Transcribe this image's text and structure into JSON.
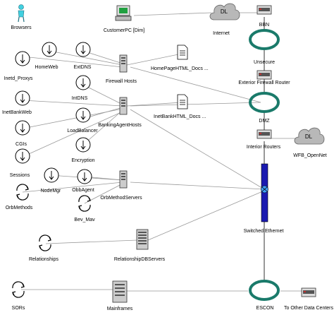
{
  "nodes": {
    "browsers": "Browsers",
    "customer_pc": "CustomerPC [Dim]",
    "internet": "Internet",
    "internet_cloud": "DL",
    "bbn": "BBN",
    "unsecure": "Unsecure",
    "exterior_firewall_router": "Exterior Firewall Router",
    "inetd_proxys": "Inetd_Proxys",
    "homeweb": "HomeWeb",
    "extdns": "ExtDNS",
    "firewall_hosts": "Firewall Hosts",
    "homepage_html_docs": "HomePageHTML_Docs ...",
    "inetbankweb": "InetBankWeb",
    "intdns": "IntDNS",
    "load_balancer": "LoadBalancer",
    "banking_agent_hosts": "BankingAgentHosts",
    "inetbank_html_docs": "InetBankHTML_Docs ...",
    "dmz": "DMZ",
    "cgis": "CGIs",
    "encryption": "Encryption",
    "interior_routers": "Interior Routers",
    "wfb_opennet": "WFB_OpenNet",
    "wfb_cloud": "DL",
    "sessions": "Sessions",
    "nodemgr": "NodeMgr",
    "obbagent": "ObbAgent",
    "orbmethod_servers": "OrbMethodServers",
    "orbmethods": "OrbMethods",
    "bev_mav": "Bev_Mav",
    "switched_ethernet": "Switched Ethernet",
    "relationships": "Relationships",
    "relationship_db_servers": "RelationshipDBServers",
    "sors": "SORs",
    "mainframes": "Mainframes",
    "escon": "ESCON",
    "to_other_data_centers": "To Other Data Centers"
  },
  "colors": {
    "ring": "#1a7a6a",
    "bus": "#1a1ab0",
    "cloud": "#b8b8b8",
    "browser_icon": "#40d0e0",
    "pc_screen": "#20a040",
    "router_red": "#c03030"
  }
}
